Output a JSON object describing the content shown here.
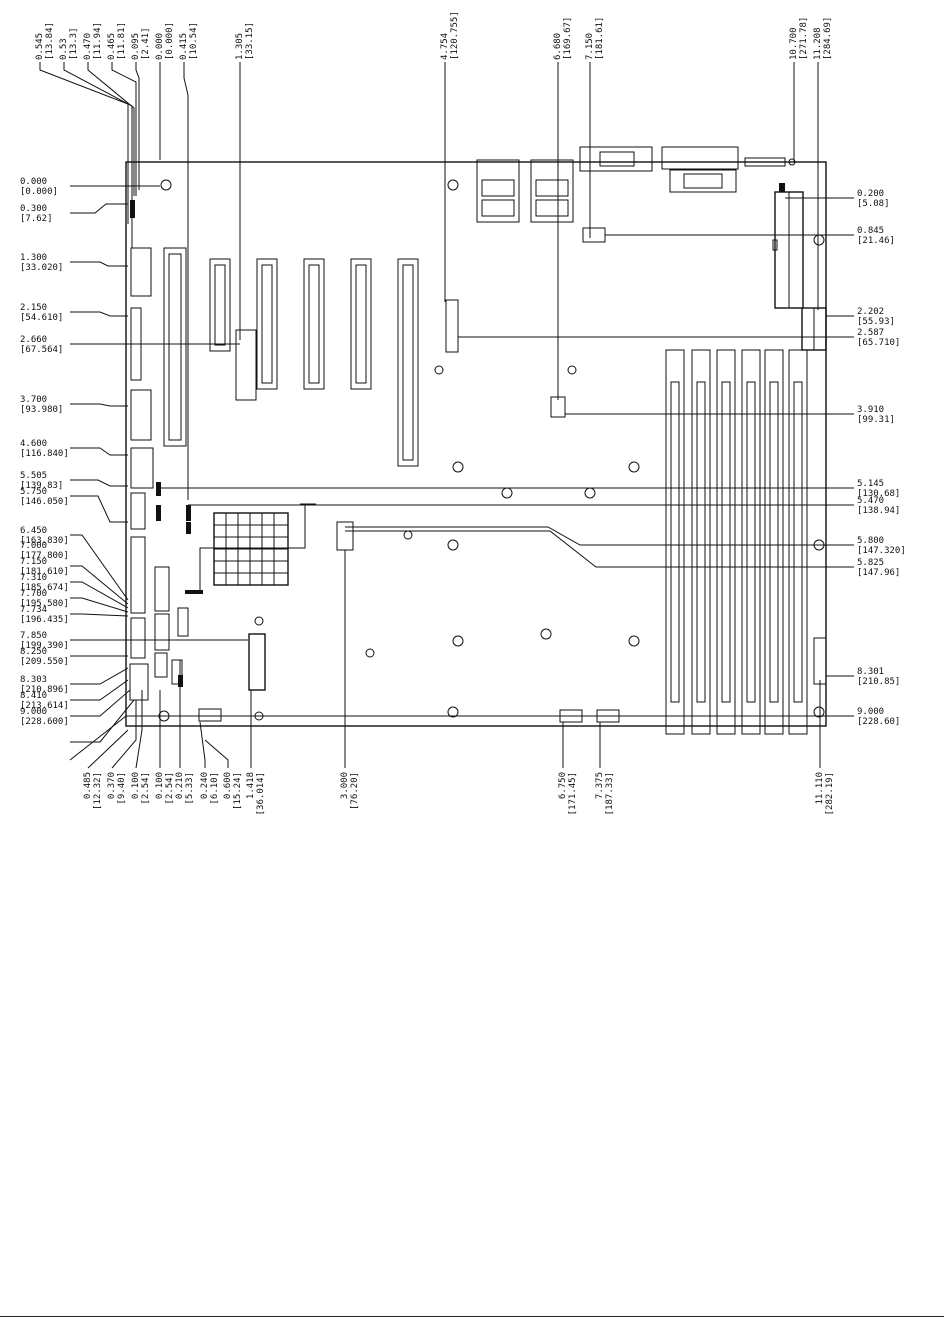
{
  "top_labels": [
    {
      "id": "t1",
      "lines": [
        "0.545",
        "[13.84]"
      ]
    },
    {
      "id": "t2",
      "lines": [
        "0.53",
        "[13.3]"
      ]
    },
    {
      "id": "t3",
      "lines": [
        "0.470",
        "[11.94]"
      ]
    },
    {
      "id": "t4",
      "lines": [
        "0.465",
        "[11.81]"
      ]
    },
    {
      "id": "t5",
      "lines": [
        "0.095",
        "[2.41]"
      ]
    },
    {
      "id": "t6",
      "lines": [
        "0.000",
        "[0.000]"
      ]
    },
    {
      "id": "t7",
      "lines": [
        "0.415",
        "[10.54]"
      ]
    },
    {
      "id": "t8",
      "lines": [
        "1.305",
        "[33.15]"
      ]
    },
    {
      "id": "t9",
      "lines": [
        "4.754",
        "[120.755]"
      ]
    },
    {
      "id": "t10",
      "lines": [
        "6.680",
        "[169.67]"
      ]
    },
    {
      "id": "t11",
      "lines": [
        "7.150",
        "[181.61]"
      ]
    },
    {
      "id": "t12",
      "lines": [
        "10.700",
        "[271.78]"
      ]
    },
    {
      "id": "t13",
      "lines": [
        "11.208",
        "[284.69]"
      ]
    }
  ],
  "left_labels": [
    {
      "id": "l1",
      "lines": [
        "0.000",
        "[0.000]"
      ]
    },
    {
      "id": "l2",
      "lines": [
        "0.300",
        "[7.62]"
      ]
    },
    {
      "id": "l3",
      "lines": [
        "1.300",
        "[33.020]"
      ]
    },
    {
      "id": "l4",
      "lines": [
        "2.150",
        "[54.610]"
      ]
    },
    {
      "id": "l5",
      "lines": [
        "2.660",
        "[67.564]"
      ]
    },
    {
      "id": "l6",
      "lines": [
        "3.700",
        "[93.980]"
      ]
    },
    {
      "id": "l7",
      "lines": [
        "4.600",
        "[116.840]"
      ]
    },
    {
      "id": "l8",
      "lines": [
        "5.505",
        "[139.83]"
      ]
    },
    {
      "id": "l9",
      "lines": [
        "5.750",
        "[146.050]"
      ]
    },
    {
      "id": "l10",
      "lines": [
        "6.450",
        "[163.830]"
      ]
    },
    {
      "id": "l11",
      "lines": [
        "7.000",
        "[177.800]"
      ]
    },
    {
      "id": "l12",
      "lines": [
        "7.150",
        "[181.610]"
      ]
    },
    {
      "id": "l13",
      "lines": [
        "7.310",
        "[185.674]"
      ]
    },
    {
      "id": "l14",
      "lines": [
        "7.700",
        "[195.580]"
      ]
    },
    {
      "id": "l15",
      "lines": [
        "7.734",
        "[196.435]"
      ]
    },
    {
      "id": "l16",
      "lines": [
        "7.850",
        "[199.390]"
      ]
    },
    {
      "id": "l17",
      "lines": [
        "8.250",
        "[209.550]"
      ]
    },
    {
      "id": "l18",
      "lines": [
        "8.303",
        "[210.896]"
      ]
    },
    {
      "id": "l19",
      "lines": [
        "8.410",
        "[213.614]"
      ]
    },
    {
      "id": "l20",
      "lines": [
        "9.000",
        "[228.600]"
      ]
    }
  ],
  "right_labels": [
    {
      "id": "r1",
      "lines": [
        "0.200",
        "[5.08]"
      ]
    },
    {
      "id": "r2",
      "lines": [
        "0.845",
        "[21.46]"
      ]
    },
    {
      "id": "r3",
      "lines": [
        "2.202",
        "[55.93]"
      ]
    },
    {
      "id": "r4",
      "lines": [
        "2.587",
        "[65.710]"
      ]
    },
    {
      "id": "r5",
      "lines": [
        "3.910",
        "[99.31]"
      ]
    },
    {
      "id": "r6",
      "lines": [
        "5.145",
        "[130.68]"
      ]
    },
    {
      "id": "r7",
      "lines": [
        "5.470",
        "[138.94]"
      ]
    },
    {
      "id": "r8",
      "lines": [
        "5.800",
        "[147.320]"
      ]
    },
    {
      "id": "r9",
      "lines": [
        "5.825",
        "[147.96]"
      ]
    },
    {
      "id": "r10",
      "lines": [
        "8.301",
        "[210.85]"
      ]
    },
    {
      "id": "r11",
      "lines": [
        "9.000",
        "[228.60]"
      ]
    }
  ],
  "bottom_labels": [
    {
      "id": "b1",
      "lines": [
        "0.485",
        "[12.32]"
      ]
    },
    {
      "id": "b2",
      "lines": [
        "0.370",
        "[9.40]"
      ]
    },
    {
      "id": "b3",
      "lines": [
        "0.100",
        "[2.54]"
      ]
    },
    {
      "id": "b4",
      "lines": [
        "0.100",
        "[2.54]"
      ]
    },
    {
      "id": "b5",
      "lines": [
        "0.210",
        "[5.33]"
      ]
    },
    {
      "id": "b6",
      "lines": [
        "0.240",
        "[6.10]"
      ]
    },
    {
      "id": "b7",
      "lines": [
        "0.600",
        "[15.24]"
      ]
    },
    {
      "id": "b8",
      "lines": [
        "1.418",
        "[36.014]"
      ]
    },
    {
      "id": "b9",
      "lines": [
        "3.000",
        "[76.20]"
      ]
    },
    {
      "id": "b10",
      "lines": [
        "6.750",
        "[171.45]"
      ]
    },
    {
      "id": "b11",
      "lines": [
        "7.375",
        "[187.33]"
      ]
    },
    {
      "id": "b12",
      "lines": [
        "11.110",
        "[282.19]"
      ]
    }
  ]
}
